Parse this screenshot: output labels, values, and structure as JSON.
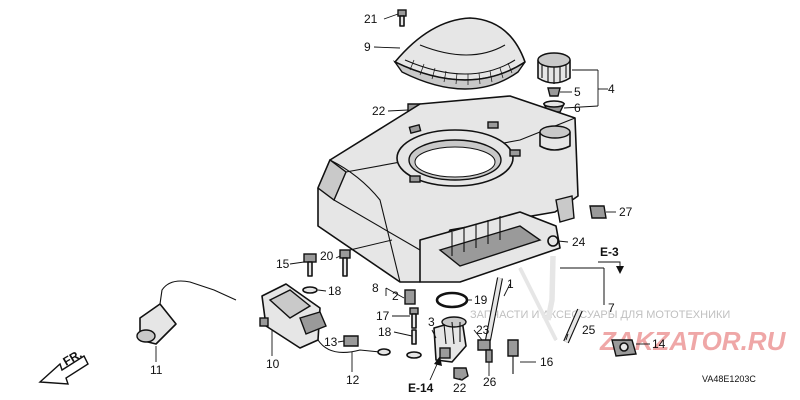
{
  "callouts": {
    "c21": "21",
    "c9": "9",
    "c22a": "22",
    "c4": "4",
    "c5": "5",
    "c6": "6",
    "c27": "27",
    "c24": "24",
    "c15": "15",
    "c20": "20",
    "c18a": "18",
    "c8": "8",
    "c2": "2",
    "c19": "19",
    "c1": "1",
    "c7": "7",
    "c17": "17",
    "c18b": "18",
    "c3": "3",
    "c13": "13",
    "c23": "23",
    "c25": "25",
    "c14": "14",
    "c16": "16",
    "c11": "11",
    "c10": "10",
    "c12": "12",
    "c22b": "22",
    "c26": "26"
  },
  "references": {
    "e3": "E-3",
    "e14": "E-14"
  },
  "direction": "FR.",
  "diagram_code": "VA48E1203C",
  "watermark": {
    "text": "ЗАПЧАСТИ И АКСЕССУАРЫ ДЛЯ МОТОТЕХНИКИ",
    "logo": "ZAKZATOR.RU"
  }
}
